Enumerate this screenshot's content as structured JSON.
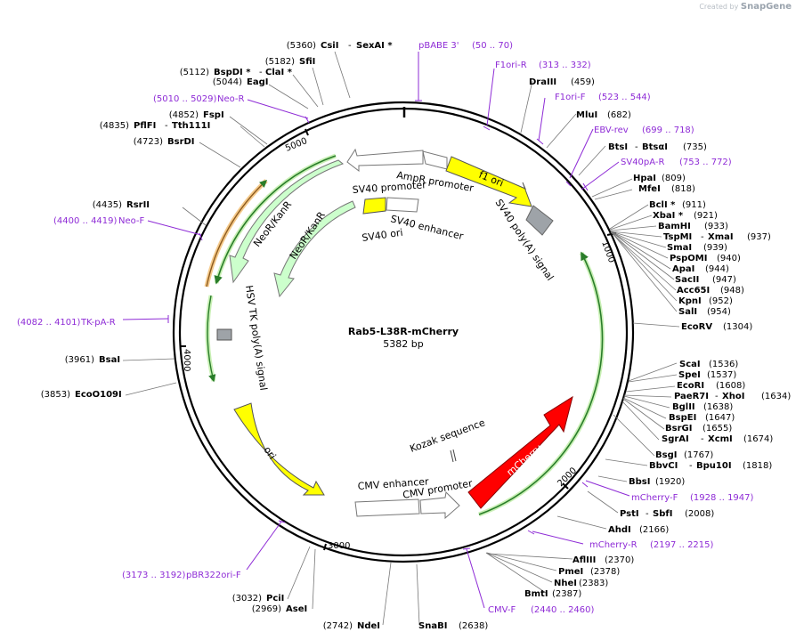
{
  "watermark": {
    "prefix": "Created by",
    "brand": "SnapGene"
  },
  "plasmid": {
    "name": "Rab5-L38R-mCherry",
    "length": "5382 bp"
  },
  "ticks": [
    "1000",
    "2000",
    "3000",
    "4000",
    "5000"
  ],
  "features": [
    {
      "label": "AmpR promoter",
      "color": "#ffffff"
    },
    {
      "label": "f1 ori",
      "color": "#ffff00"
    },
    {
      "label": "SV40 poly(A) signal",
      "color": "#9ea3a8"
    },
    {
      "label": "SV40 promoter",
      "color": "#ffffff"
    },
    {
      "label": "SV40 enhancer",
      "color": "#ffffff"
    },
    {
      "label": "SV40 ori",
      "color": "#ffff00"
    },
    {
      "label": "NeoR/KanR",
      "color": "#ccffcc"
    },
    {
      "label": "NeoR/KanR",
      "color": "#ccffcc"
    },
    {
      "label": "HSV TK poly(A) signal",
      "color": "#9ea3a8"
    },
    {
      "label": "ori",
      "color": "#ffff00"
    },
    {
      "label": "CMV enhancer",
      "color": "#ffffff"
    },
    {
      "label": "CMV promoter",
      "color": "#ffffff"
    },
    {
      "label": "Kozak sequence",
      "color": "#ffffff"
    },
    {
      "label": "mCherry",
      "color": "#ff0000"
    }
  ],
  "sites": [
    {
      "pos": "(5360)",
      "name": "CsiI",
      "name2": "SexAI *",
      "num": ""
    },
    {
      "pos": "(5182)",
      "name": "SfiI",
      "name2": "",
      "num": ""
    },
    {
      "pos": "(5112)",
      "name": "BspDI *",
      "name2": "ClaI *",
      "num": ""
    },
    {
      "pos": "(5044)",
      "name": "EagI",
      "name2": "",
      "num": ""
    },
    {
      "pos": "(4852)",
      "name": "FspI",
      "name2": "",
      "num": ""
    },
    {
      "pos": "(4835)",
      "name": "PflFI",
      "name2": "Tth111I",
      "num": ""
    },
    {
      "pos": "(4723)",
      "name": "BsrDI",
      "name2": "",
      "num": ""
    },
    {
      "pos": "(4435)",
      "name": "RsrII",
      "name2": "",
      "num": ""
    },
    {
      "pos": "(3961)",
      "name": "BsaI",
      "name2": "",
      "num": ""
    },
    {
      "pos": "(3853)",
      "name": "EcoO109I",
      "name2": "",
      "num": ""
    },
    {
      "pos": "(3032)",
      "name": "PciI",
      "name2": "",
      "num": ""
    },
    {
      "pos": "(2969)",
      "name": "AseI",
      "name2": "",
      "num": ""
    },
    {
      "pos": "(2742)",
      "name": "NdeI",
      "name2": "",
      "num": ""
    },
    {
      "pos": "",
      "name": "SnaBI",
      "name2": "",
      "num": "(2638)"
    },
    {
      "pos": "",
      "name": "DraIII",
      "name2": "",
      "num": "(459)"
    },
    {
      "pos": "",
      "name": "MluI",
      "name2": "",
      "num": "(682)"
    },
    {
      "pos": "",
      "name": "BtsI",
      "name2": "BtsαI",
      "num": "(735)"
    },
    {
      "pos": "",
      "name": "HpaI",
      "name2": "",
      "num": "(809)"
    },
    {
      "pos": "",
      "name": "MfeI",
      "name2": "",
      "num": "(818)"
    },
    {
      "pos": "",
      "name": "BclI *",
      "name2": "",
      "num": "(911)"
    },
    {
      "pos": "",
      "name": "XbaI *",
      "name2": "",
      "num": "(921)"
    },
    {
      "pos": "",
      "name": "BamHI",
      "name2": "",
      "num": "(933)"
    },
    {
      "pos": "",
      "name": "TspMI",
      "name2": "XmaI",
      "num": "(937)"
    },
    {
      "pos": "",
      "name": "SmaI",
      "name2": "",
      "num": "(939)"
    },
    {
      "pos": "",
      "name": "PspOMI",
      "name2": "",
      "num": "(940)"
    },
    {
      "pos": "",
      "name": "ApaI",
      "name2": "",
      "num": "(944)"
    },
    {
      "pos": "",
      "name": "SacII",
      "name2": "",
      "num": "(947)"
    },
    {
      "pos": "",
      "name": "Acc65I",
      "name2": "",
      "num": "(948)"
    },
    {
      "pos": "",
      "name": "KpnI",
      "name2": "",
      "num": "(952)"
    },
    {
      "pos": "",
      "name": "SalI",
      "name2": "",
      "num": "(954)"
    },
    {
      "pos": "",
      "name": "EcoRV",
      "name2": "",
      "num": "(1304)"
    },
    {
      "pos": "",
      "name": "ScaI",
      "name2": "",
      "num": "(1536)"
    },
    {
      "pos": "",
      "name": "SpeI",
      "name2": "",
      "num": "(1537)"
    },
    {
      "pos": "",
      "name": "EcoRI",
      "name2": "",
      "num": "(1608)"
    },
    {
      "pos": "",
      "name": "PaeR7I",
      "name2": "XhoI",
      "num": "(1634)"
    },
    {
      "pos": "",
      "name": "BglII",
      "name2": "",
      "num": "(1638)"
    },
    {
      "pos": "",
      "name": "BspEI",
      "name2": "",
      "num": "(1647)"
    },
    {
      "pos": "",
      "name": "BsrGI",
      "name2": "",
      "num": "(1655)"
    },
    {
      "pos": "",
      "name": "SgrAI",
      "name2": "XcmI",
      "num": "(1674)"
    },
    {
      "pos": "",
      "name": "BsgI",
      "name2": "",
      "num": "(1767)"
    },
    {
      "pos": "",
      "name": "BbvCI",
      "name2": "Bpu10I",
      "num": "(1818)"
    },
    {
      "pos": "",
      "name": "BbsI",
      "name2": "",
      "num": "(1920)"
    },
    {
      "pos": "",
      "name": "PstI",
      "name2": "SbfI",
      "num": "(2008)"
    },
    {
      "pos": "",
      "name": "AhdI",
      "name2": "",
      "num": "(2166)"
    },
    {
      "pos": "",
      "name": "AflIII",
      "name2": "",
      "num": "(2370)"
    },
    {
      "pos": "",
      "name": "PmeI",
      "name2": "",
      "num": "(2378)"
    },
    {
      "pos": "",
      "name": "NheI",
      "name2": "",
      "num": "(2383)"
    },
    {
      "pos": "",
      "name": "BmtI",
      "name2": "",
      "num": "(2387)"
    }
  ],
  "primers": [
    {
      "name": "pBABE 3'",
      "range": "(50 .. 70)"
    },
    {
      "name": "F1ori-R",
      "range": "(313 .. 332)"
    },
    {
      "name": "F1ori-F",
      "range": "(523 .. 544)"
    },
    {
      "name": "EBV-rev",
      "range": "(699 .. 718)"
    },
    {
      "name": "SV40pA-R",
      "range": "(753 .. 772)"
    },
    {
      "name": "Neo-R",
      "range": "(5010 .. 5029)"
    },
    {
      "name": "Neo-F",
      "range": "(4400 .. 4419)"
    },
    {
      "name": "TK-pA-R",
      "range": "(4082 .. 4101)"
    },
    {
      "name": "pBR322ori-F",
      "range": "(3173 .. 3192)"
    },
    {
      "name": "mCherry-F",
      "range": "(1928 .. 1947)"
    },
    {
      "name": "mCherry-R",
      "range": "(2197 .. 2215)"
    },
    {
      "name": "CMV-F",
      "range": "(2440 .. 2460)"
    }
  ]
}
